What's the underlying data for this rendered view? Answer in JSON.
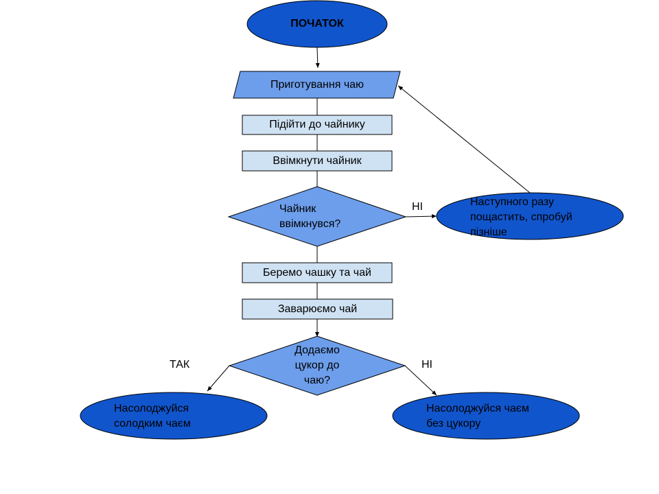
{
  "colors": {
    "ellipse_fill": "#1155cc",
    "process_fill": "#cfe2f3",
    "decision_fill": "#6d9eeb",
    "stroke": "#000000",
    "text": "#000000"
  },
  "nodes": {
    "start": {
      "label": "ПОЧАТОК",
      "shape": "ellipse"
    },
    "prepare_tea": {
      "label": "Приготування чаю",
      "shape": "parallelogram"
    },
    "go_to_kettle": {
      "label": "Підійти до чайнику",
      "shape": "rectangle"
    },
    "turn_on_kettle": {
      "label": "Ввімкнути чайник",
      "shape": "rectangle"
    },
    "kettle_on_decision": {
      "label": "Чайник ввімкнувся?",
      "shape": "diamond"
    },
    "try_later": {
      "label": "Наступного разу пощастить, спробуй пізніше",
      "shape": "ellipse"
    },
    "take_cup": {
      "label": "Беремо чашку та чай",
      "shape": "rectangle"
    },
    "brew_tea": {
      "label": "Заварюємо чай",
      "shape": "rectangle"
    },
    "sugar_decision": {
      "label": "Додаємо цукор до чаю?",
      "shape": "diamond"
    },
    "enjoy_sweet": {
      "label": "Насолоджуйся солодким чаєм",
      "shape": "ellipse"
    },
    "enjoy_no_sugar": {
      "label": "Насолоджуйся чаєм без цукору",
      "shape": "ellipse"
    }
  },
  "edge_labels": {
    "kettle_no": "НІ",
    "sugar_yes": "ТАК",
    "sugar_no": "НІ"
  },
  "edges": [
    {
      "from": "start",
      "to": "prepare_tea",
      "arrow": true
    },
    {
      "from": "prepare_tea",
      "to": "go_to_kettle",
      "arrow": false
    },
    {
      "from": "go_to_kettle",
      "to": "turn_on_kettle",
      "arrow": false
    },
    {
      "from": "turn_on_kettle",
      "to": "kettle_on_decision",
      "arrow": false
    },
    {
      "from": "kettle_on_decision",
      "to": "try_later",
      "label": "НІ",
      "arrow": true
    },
    {
      "from": "try_later",
      "to": "prepare_tea",
      "arrow": true
    },
    {
      "from": "kettle_on_decision",
      "to": "take_cup",
      "arrow": false
    },
    {
      "from": "take_cup",
      "to": "brew_tea",
      "arrow": false
    },
    {
      "from": "brew_tea",
      "to": "sugar_decision",
      "arrow": true
    },
    {
      "from": "sugar_decision",
      "to": "enjoy_sweet",
      "label": "ТАК",
      "arrow": true
    },
    {
      "from": "sugar_decision",
      "to": "enjoy_no_sugar",
      "label": "НІ",
      "arrow": true
    }
  ]
}
